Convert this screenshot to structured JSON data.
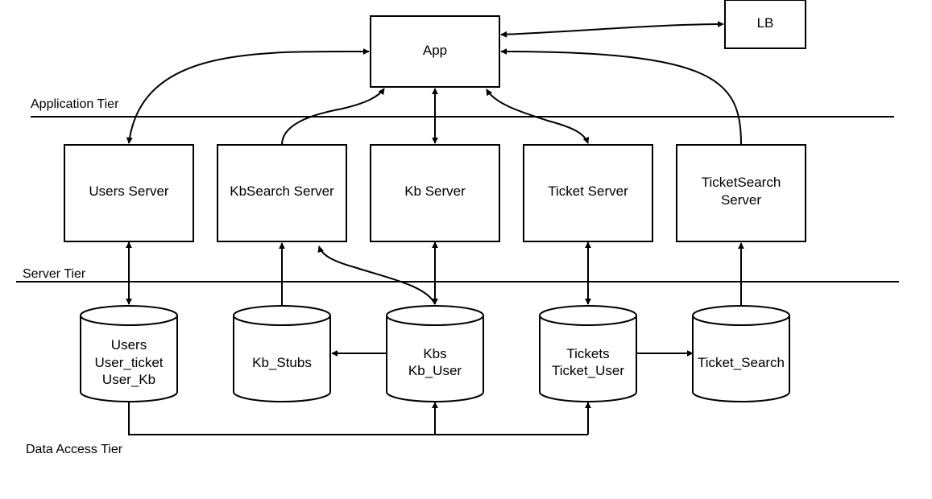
{
  "tiers": {
    "application": "Application Tier",
    "server": "Server Tier",
    "data_access": "Data Access Tier"
  },
  "nodes": {
    "app": [
      "App"
    ],
    "lb": [
      "LB"
    ],
    "users_server": [
      "Users Server"
    ],
    "kbsearch_server": [
      "KbSearch Server"
    ],
    "kb_server": [
      "Kb Server"
    ],
    "ticket_server": [
      "Ticket Server"
    ],
    "ticketsearch_server": [
      "TicketSearch",
      "Server"
    ]
  },
  "databases": {
    "users_db": [
      "Users",
      "User_ticket",
      "User_Kb"
    ],
    "kb_stubs_db": [
      "Kb_Stubs"
    ],
    "kbs_db": [
      "Kbs",
      "Kb_User"
    ],
    "tickets_db": [
      "Tickets",
      "Ticket_User"
    ],
    "ticket_search_db": [
      "Ticket_Search"
    ]
  },
  "colors": {
    "stroke": "#000000",
    "fill": "#ffffff"
  }
}
